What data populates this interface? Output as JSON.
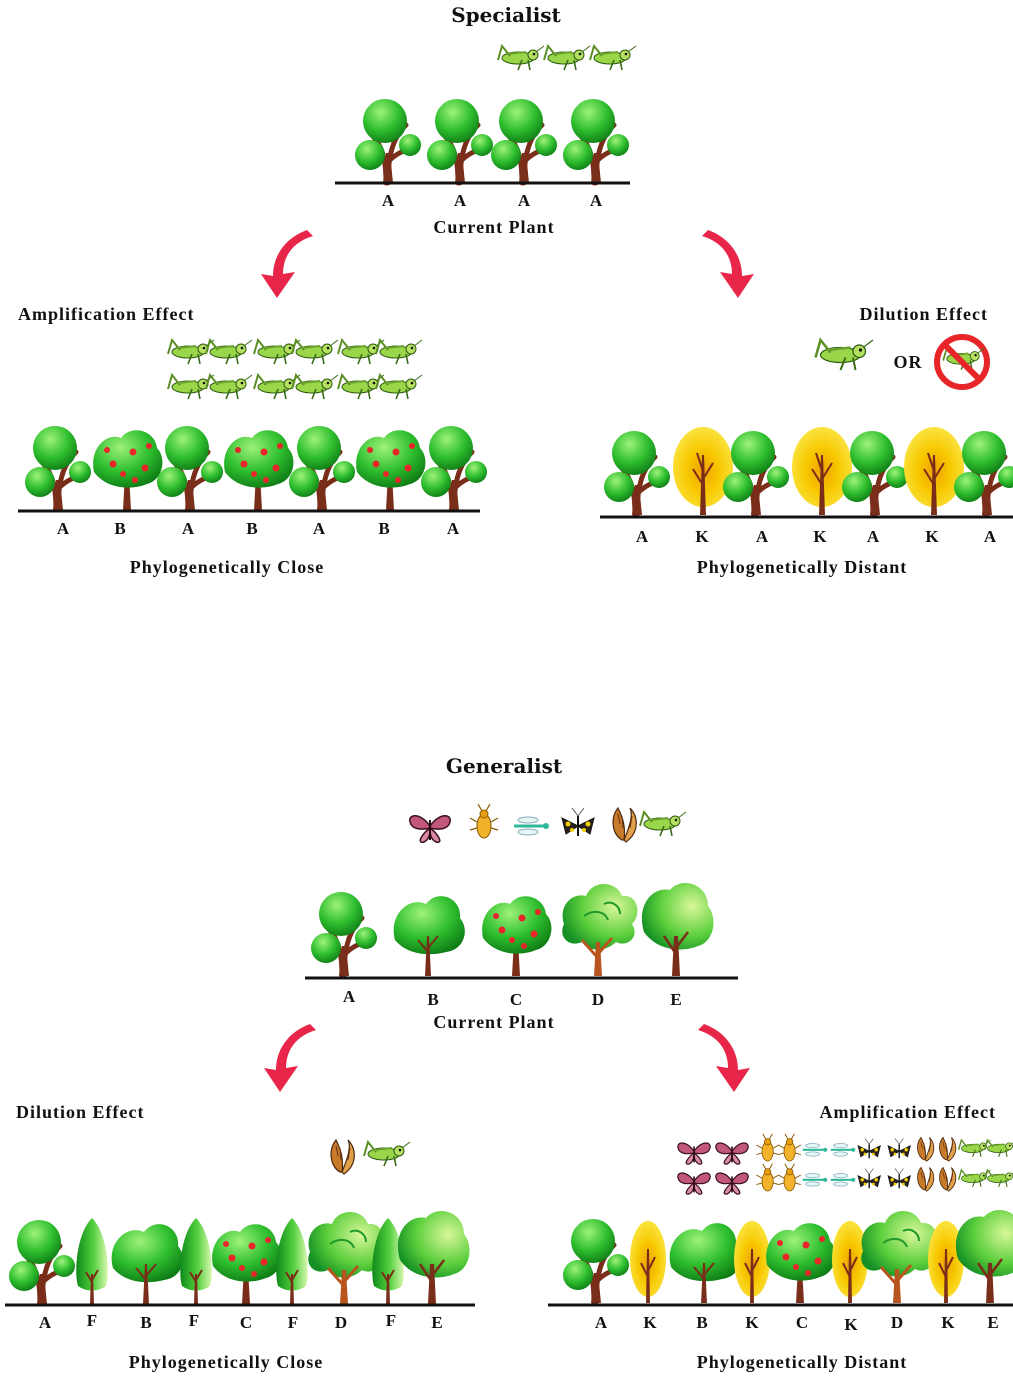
{
  "specialist": {
    "title": "Specialist",
    "current_caption": "Current Plant",
    "current_letters": [
      "A",
      "A",
      "A",
      "A"
    ],
    "left": {
      "effect": "Amplification Effect",
      "caption": "Phylogenetically Close",
      "letters": [
        "A",
        "B",
        "A",
        "B",
        "A",
        "B",
        "A"
      ]
    },
    "right": {
      "effect": "Dilution Effect",
      "or_text": "OR",
      "caption": "Phylogenetically Distant",
      "letters": [
        "A",
        "K",
        "A",
        "K",
        "A",
        "K",
        "A"
      ]
    }
  },
  "generalist": {
    "title": "Generalist",
    "current_caption": "Current Plant",
    "current_letters": [
      "A",
      "B",
      "C",
      "D",
      "E"
    ],
    "left": {
      "effect": "Dilution Effect",
      "caption": "Phylogenetically Close",
      "letters": [
        "A",
        "F",
        "B",
        "F",
        "C",
        "F",
        "D",
        "F",
        "E"
      ]
    },
    "right": {
      "effect": "Amplification Effect",
      "caption": "Phylogenetically Distant",
      "letters": [
        "A",
        "K",
        "B",
        "K",
        "C",
        "K",
        "D",
        "K",
        "E"
      ]
    }
  },
  "colors": {
    "arrow": "#e8264a",
    "leaf_green": "#2fbf2f",
    "trunk": "#7a2e1a",
    "yellow_tree": "#f5d800",
    "berry": "#e8262a",
    "ground": "#111111"
  }
}
